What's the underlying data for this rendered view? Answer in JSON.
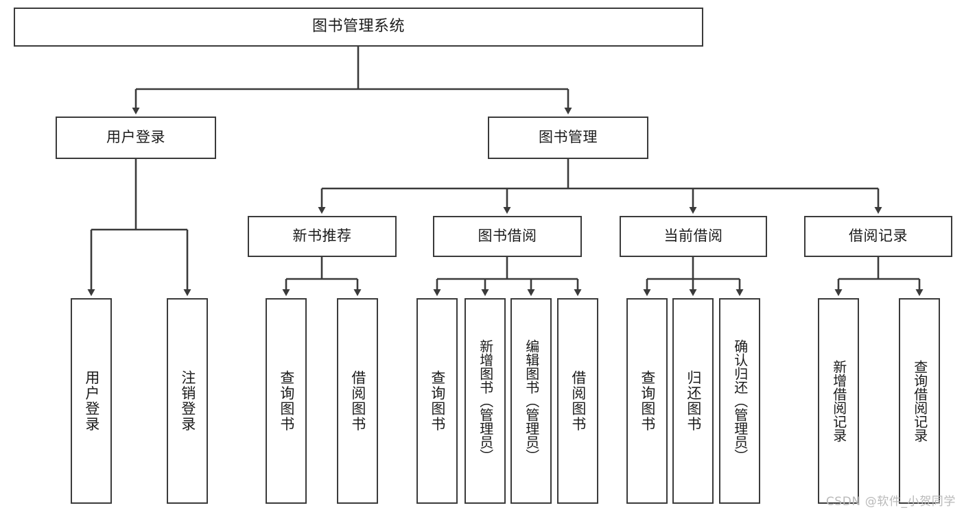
{
  "diagram": {
    "title": "图书管理系统",
    "watermark": "CSDN @软件_小贺同学",
    "stroke_color": "#3a3a3a",
    "text_color": "#1b1b1b",
    "background_color": "#ffffff",
    "watermark_color": "#b9b9b9"
  },
  "root": {
    "label": "图书管理系统"
  },
  "level1": [
    {
      "label": "用户登录"
    },
    {
      "label": "图书管理"
    }
  ],
  "level2": [
    {
      "label": "新书推荐"
    },
    {
      "label": "图书借阅"
    },
    {
      "label": "当前借阅"
    },
    {
      "label": "借阅记录"
    }
  ],
  "leaves": {
    "user_login": [
      {
        "label": "用户登录"
      },
      {
        "label": "注销登录"
      }
    ],
    "new_book": [
      {
        "label": "查询图书"
      },
      {
        "label": "借阅图书"
      }
    ],
    "book_borrow": [
      {
        "label": "查询图书"
      },
      {
        "label": "新增图书（管理员）"
      },
      {
        "label": "编辑图书（管理员）"
      },
      {
        "label": "借阅图书"
      }
    ],
    "current_borrow": [
      {
        "label": "查询图书"
      },
      {
        "label": "归还图书"
      },
      {
        "label": "确认归还（管理员）"
      }
    ],
    "borrow_record": [
      {
        "label": "新增借阅记录"
      },
      {
        "label": "查询借阅记录"
      }
    ]
  }
}
